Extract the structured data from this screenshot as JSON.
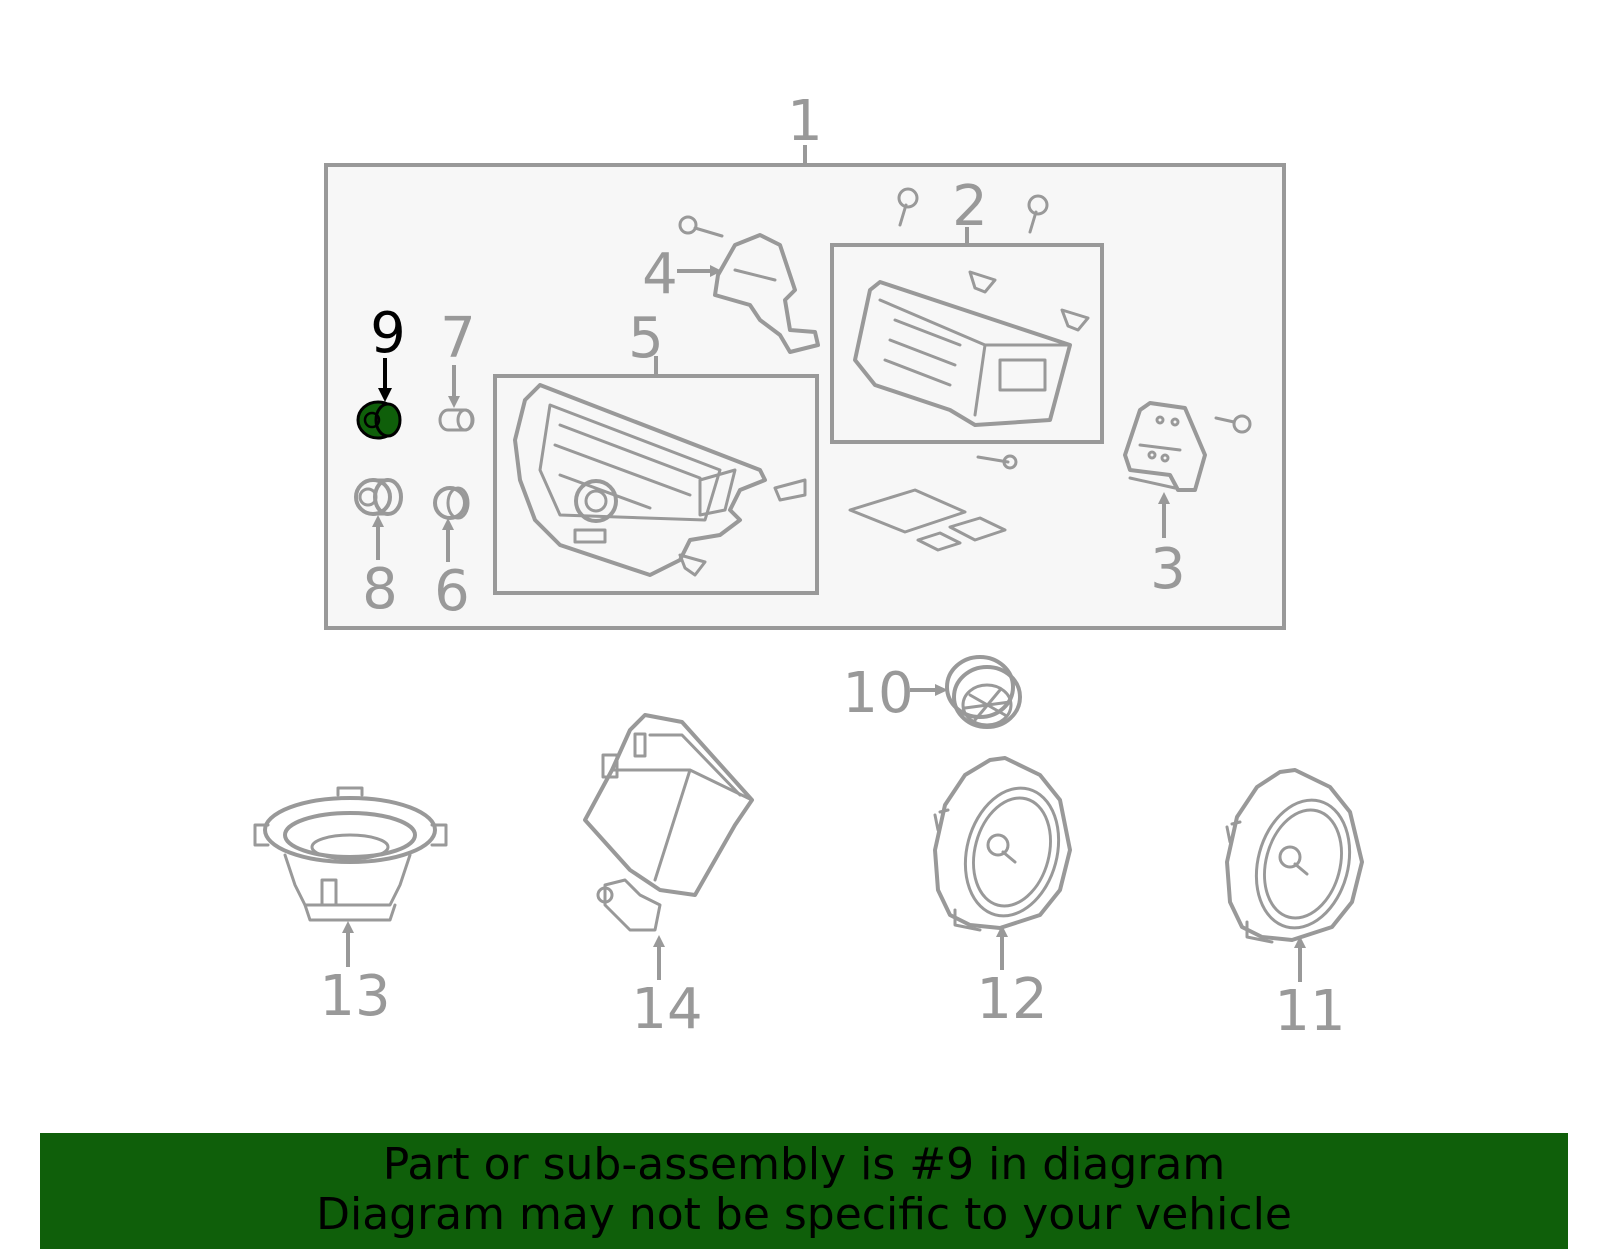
{
  "diagram": {
    "callouts": [
      {
        "id": "1",
        "text": "1"
      },
      {
        "id": "2",
        "text": "2"
      },
      {
        "id": "3",
        "text": "3"
      },
      {
        "id": "4",
        "text": "4"
      },
      {
        "id": "5",
        "text": "5"
      },
      {
        "id": "6",
        "text": "6"
      },
      {
        "id": "7",
        "text": "7"
      },
      {
        "id": "8",
        "text": "8"
      },
      {
        "id": "9",
        "text": "9"
      },
      {
        "id": "10",
        "text": "10"
      },
      {
        "id": "11",
        "text": "11"
      },
      {
        "id": "12",
        "text": "12"
      },
      {
        "id": "13",
        "text": "13"
      },
      {
        "id": "14",
        "text": "14"
      }
    ],
    "highlighted_part": "9",
    "colors": {
      "line": "#999999",
      "highlight_label": "#000000",
      "highlight_fill": "#0f5f0a",
      "panel_bg": "#f7f7f7"
    }
  },
  "banner": {
    "line1": "Part or sub-assembly is #9 in diagram",
    "line2": "Diagram may not be specific to your vehicle",
    "color": "#0f5f0a"
  }
}
